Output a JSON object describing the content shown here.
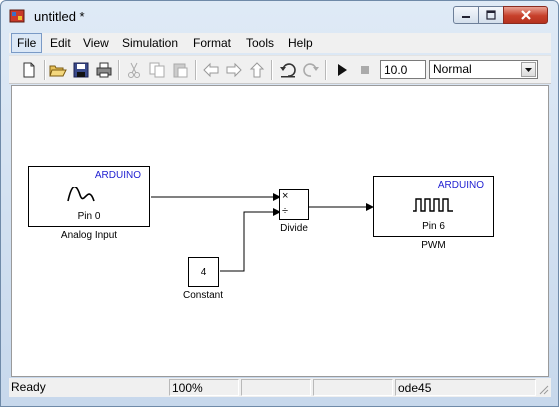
{
  "window": {
    "title": "untitled *",
    "icons": {
      "app": "simulink-model-icon",
      "minimize": "minimize-icon",
      "maximize": "maximize-icon",
      "close": "close-icon"
    }
  },
  "menu": [
    "File",
    "Edit",
    "View",
    "Simulation",
    "Format",
    "Tools",
    "Help"
  ],
  "toolbar": {
    "icons": [
      "new-model-icon",
      "open-folder-icon",
      "save-icon",
      "print-icon",
      "cut-icon",
      "copy-icon",
      "paste-icon",
      "back-arrow-icon",
      "forward-arrow-icon",
      "up-arrow-icon",
      "undo-icon",
      "redo-icon",
      "run-icon",
      "stop-icon"
    ],
    "stop_time": "10.0",
    "sim_mode": "Normal"
  },
  "model": {
    "analog_input": {
      "brand": "ARDUINO",
      "pin": "Pin 0",
      "caption": "Analog Input",
      "icon": "sine-wave-icon"
    },
    "divide": {
      "caption": "Divide",
      "ops": [
        "×",
        "÷"
      ]
    },
    "constant": {
      "value": "4",
      "caption": "Constant"
    },
    "pwm": {
      "brand": "ARDUINO",
      "pin": "Pin 6",
      "caption": "PWM",
      "icon": "pulse-wave-icon"
    }
  },
  "status": {
    "state": "Ready",
    "zoom": "100%",
    "panel3": "",
    "panel4": "",
    "solver": "ode45"
  },
  "colors": {
    "brand_text": "#1f1fd1",
    "close_button": "#c7402b",
    "window_frame": "#c7d8ec"
  }
}
